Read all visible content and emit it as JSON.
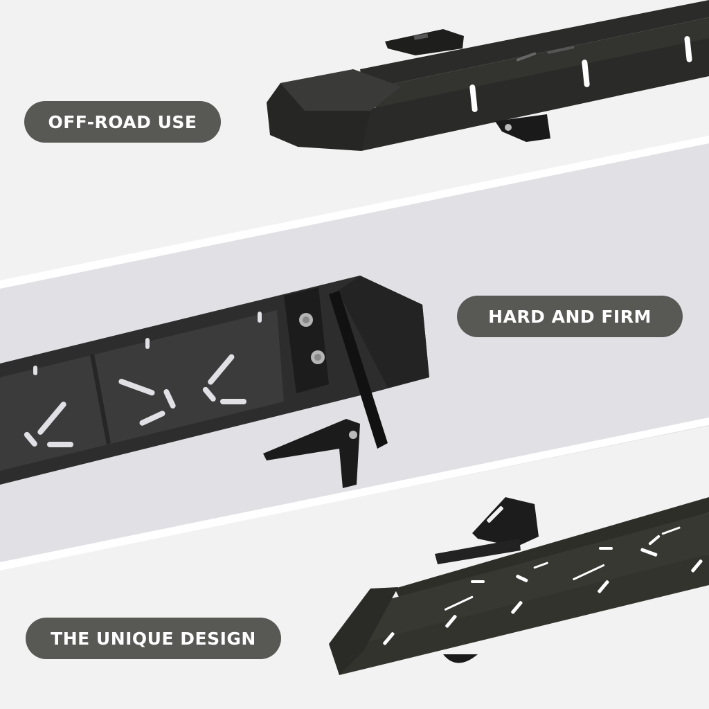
{
  "colors": {
    "background_light": "#f2f2f2",
    "background_band": "#e0e0e5",
    "divider_stripe": "#ffffff",
    "pill_background": "#585955",
    "pill_text": "#ffffff",
    "product_dark": "#2a2a28",
    "product_olive": "#363630"
  },
  "sections": [
    {
      "id": "top",
      "label": "OFF-ROAD USE",
      "product": "running-board-end-cap"
    },
    {
      "id": "middle",
      "label": "HARD AND FIRM",
      "product": "running-board-underside-with-brackets"
    },
    {
      "id": "bottom",
      "label": "THE UNIQUE DESIGN",
      "product": "running-board-step-pattern"
    }
  ]
}
